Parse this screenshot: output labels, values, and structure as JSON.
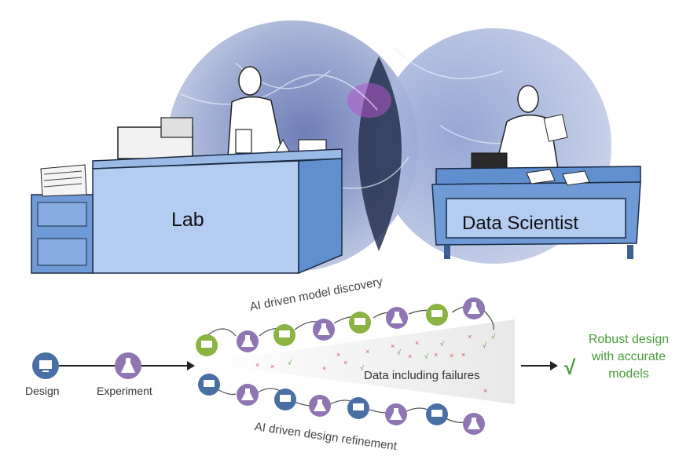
{
  "labels": {
    "lab": "Lab",
    "data_scientist": "Data Scientist",
    "design": "Design",
    "experiment": "Experiment",
    "ai_discovery": "AI driven model discovery",
    "ai_refinement": "AI driven design refinement",
    "data_failures": "Data including failures",
    "result": "Robust design with accurate models"
  },
  "check_mark": "√",
  "colors": {
    "circle_bg": "#a9b8d8",
    "desk_blue": "#5f8fcf",
    "design_node": "#4a6fa5",
    "experiment_node": "#8f76b3",
    "discovery_node": "#8ab343",
    "success_green": "#4a9a3a",
    "failure_red": "#d05050"
  }
}
